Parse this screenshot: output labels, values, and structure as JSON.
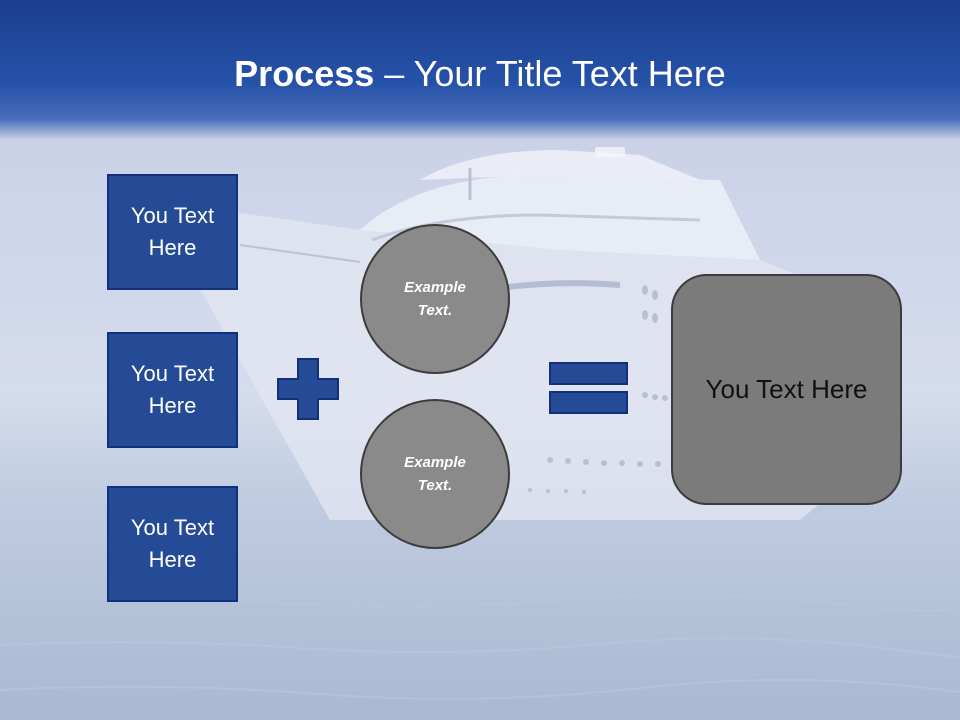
{
  "title": {
    "bold": "Process",
    "rest": " – Your Title Text Here"
  },
  "left_boxes": [
    {
      "label": "You Text Here"
    },
    {
      "label": "You Text Here"
    },
    {
      "label": "You Text Here"
    }
  ],
  "circles": [
    {
      "label": "Example Text."
    },
    {
      "label": "Example Text."
    }
  ],
  "result_box": {
    "label": "You Text Here"
  },
  "operators": {
    "plus": "plus-icon",
    "equals": "equals-icon"
  },
  "colors": {
    "header_blue": "#2552a8",
    "box_blue": "#254b96",
    "box_border": "#13307a",
    "circle_gray": "#8a8a8a",
    "result_gray": "#7b7b7b"
  }
}
